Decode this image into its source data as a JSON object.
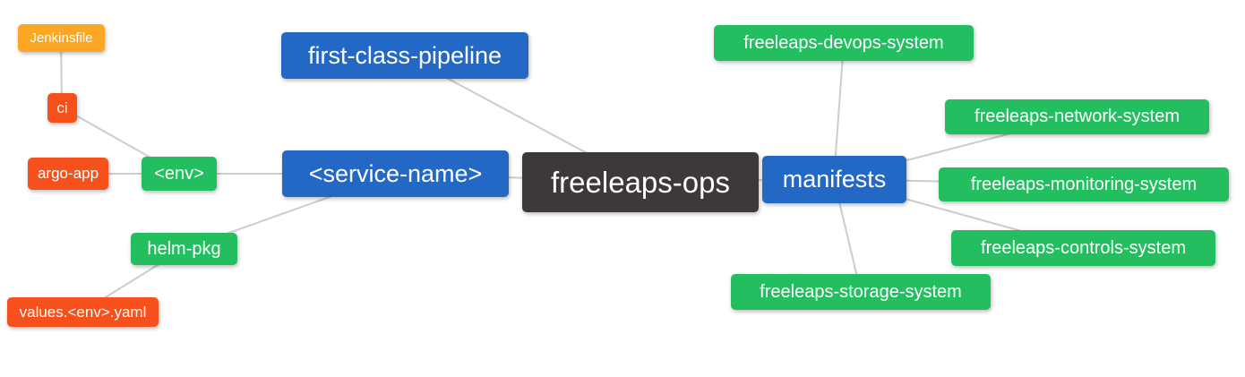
{
  "palette": {
    "background": "#ffffff",
    "root": "#3d3939",
    "level1": "#2368c4",
    "level2": "#22be60",
    "level3": "#f6501d",
    "level4": "#fba624",
    "edge": "#cccccc",
    "text": "#ffffff"
  },
  "nodes": {
    "root": {
      "label": "freeleaps-ops"
    },
    "first_class_pipeline": {
      "label": "first-class-pipeline"
    },
    "service_name": {
      "label": "<service-name>"
    },
    "manifests": {
      "label": "manifests"
    },
    "env": {
      "label": "<env>"
    },
    "helm_pkg": {
      "label": "helm-pkg"
    },
    "ci": {
      "label": "ci"
    },
    "argo_app": {
      "label": "argo-app"
    },
    "jenkinsfile": {
      "label": "Jenkinsfile"
    },
    "values_env_yaml": {
      "label": "values.<env>.yaml"
    },
    "devops_system": {
      "label": "freeleaps-devops-system"
    },
    "network_system": {
      "label": "freeleaps-network-system"
    },
    "monitoring_system": {
      "label": "freeleaps-monitoring-system"
    },
    "controls_system": {
      "label": "freeleaps-controls-system"
    },
    "storage_system": {
      "label": "freeleaps-storage-system"
    }
  },
  "hierarchy": {
    "freeleaps-ops": [
      "first-class-pipeline",
      "<service-name>",
      "manifests"
    ],
    "<service-name>": [
      "<env>",
      "helm-pkg"
    ],
    "<env>": [
      "ci",
      "argo-app"
    ],
    "ci": [
      "Jenkinsfile"
    ],
    "helm-pkg": [
      "values.<env>.yaml"
    ],
    "manifests": [
      "freeleaps-devops-system",
      "freeleaps-network-system",
      "freeleaps-monitoring-system",
      "freeleaps-controls-system",
      "freeleaps-storage-system"
    ]
  }
}
